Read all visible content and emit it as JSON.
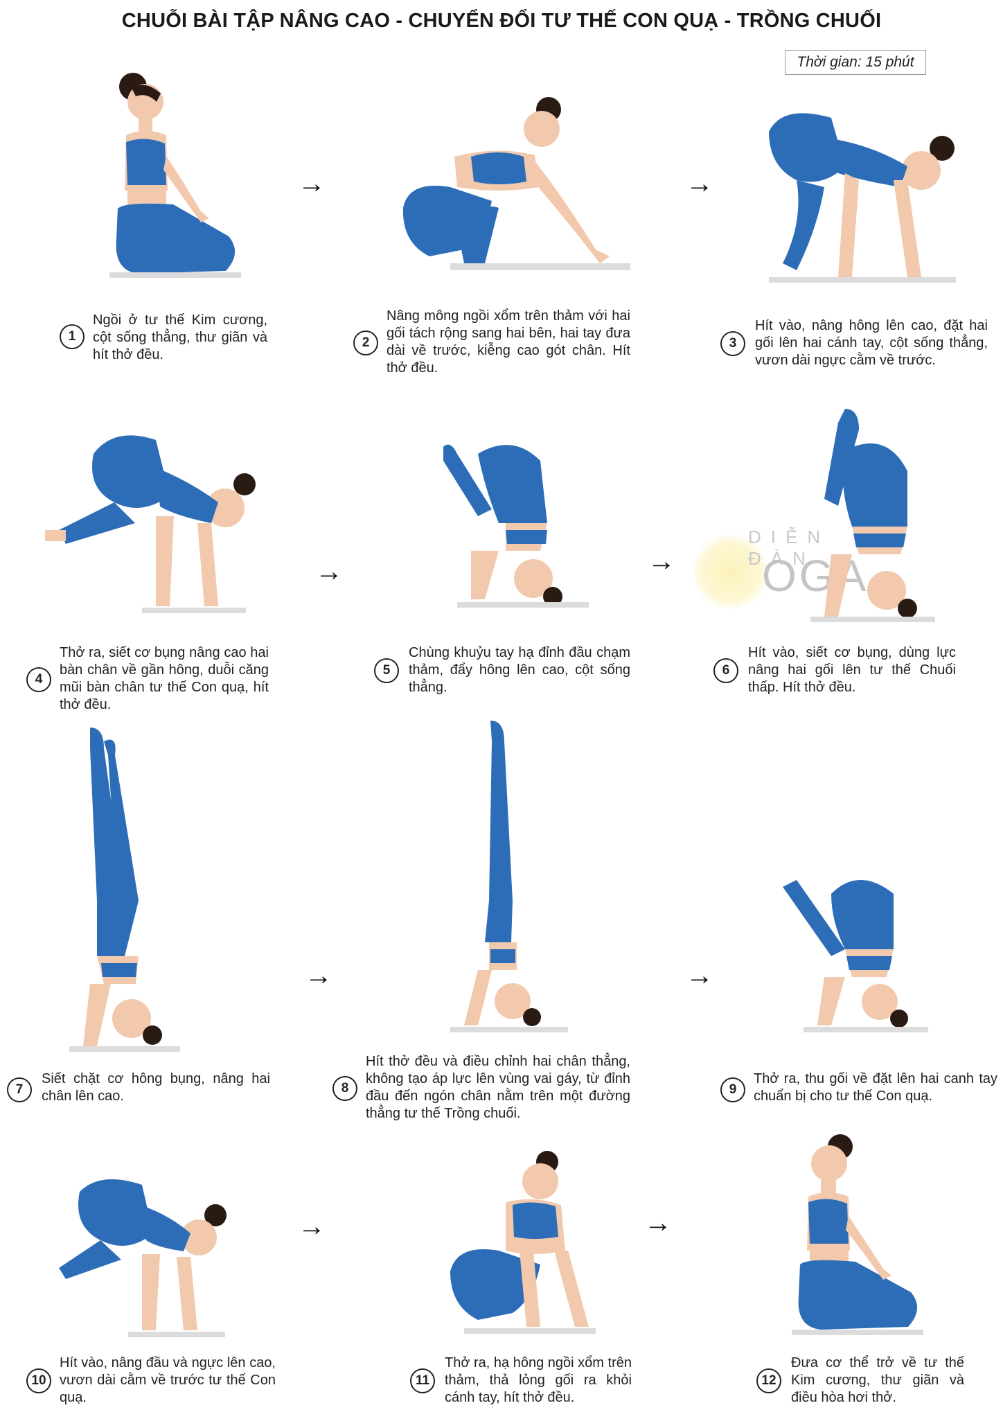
{
  "title": "CHUỖI BÀI TẬP NÂNG CAO - CHUYỂN ĐỔI TƯ THẾ CON QUẠ - TRỒNG CHUỐI",
  "time": "Thời gian: 15 phút",
  "colors": {
    "outfit": "#2d6db8",
    "skin": "#f2c9ad",
    "hair": "#2a1a14",
    "mat": "#dcdcdc"
  },
  "arrow_glyph": "→",
  "watermark": {
    "line1": "DIỄN ĐÀN",
    "line2": "OGA"
  },
  "steps": [
    {
      "num": "1",
      "text": "Ngồi ở tư thế Kim cương, cột sống thẳng, thư giãn và hít thở đều."
    },
    {
      "num": "2",
      "text": "Nâng mông ngồi xổm trên thảm với hai gối tách rộng sang hai bên, hai tay đưa dài về trước, kiễng cao gót chân. Hít thở đều."
    },
    {
      "num": "3",
      "text": "Hít vào, nâng hông lên cao, đặt hai gối lên hai cánh tay, cột sống thẳng, vươn dài ngực cằm về trước."
    },
    {
      "num": "4",
      "text": "Thở ra, siết cơ bụng nâng cao hai bàn chân về gần hông, duỗi căng mũi bàn chân tư thế Con quạ, hít thở đều."
    },
    {
      "num": "5",
      "text": "Chùng khuỷu tay hạ đỉnh đầu chạm thảm, đẩy hông lên cao, cột sống thẳng."
    },
    {
      "num": "6",
      "text": "Hít vào, siết cơ bụng, dùng lực nâng hai gối lên tư thế Chuối thấp. Hít thở đều."
    },
    {
      "num": "7",
      "text": "Siết chặt cơ hông bụng, nâng hai chân lên cao."
    },
    {
      "num": "8",
      "text": "Hít thở đều và điều chỉnh hai chân thẳng, không tạo áp lực lên vùng vai gáy, từ đỉnh đầu đến ngón chân nằm trên một đường thẳng tư thế Trồng chuối."
    },
    {
      "num": "9",
      "text": "Thở ra, thu gối về đặt lên hai canh tay chuẩn bị cho tư thế Con quạ."
    },
    {
      "num": "10",
      "text": "Hít vào, nâng đầu và ngực lên cao, vươn dài cằm về trước tư thế Con quạ."
    },
    {
      "num": "11",
      "text": "Thở ra, hạ hông ngồi xổm trên thảm, thả lỏng gối ra khỏi cánh tay, hít thở đều."
    },
    {
      "num": "12",
      "text": "Đưa cơ thể trở về tư thế Kim cương, thư giãn và điều hòa hơi thở."
    }
  ]
}
